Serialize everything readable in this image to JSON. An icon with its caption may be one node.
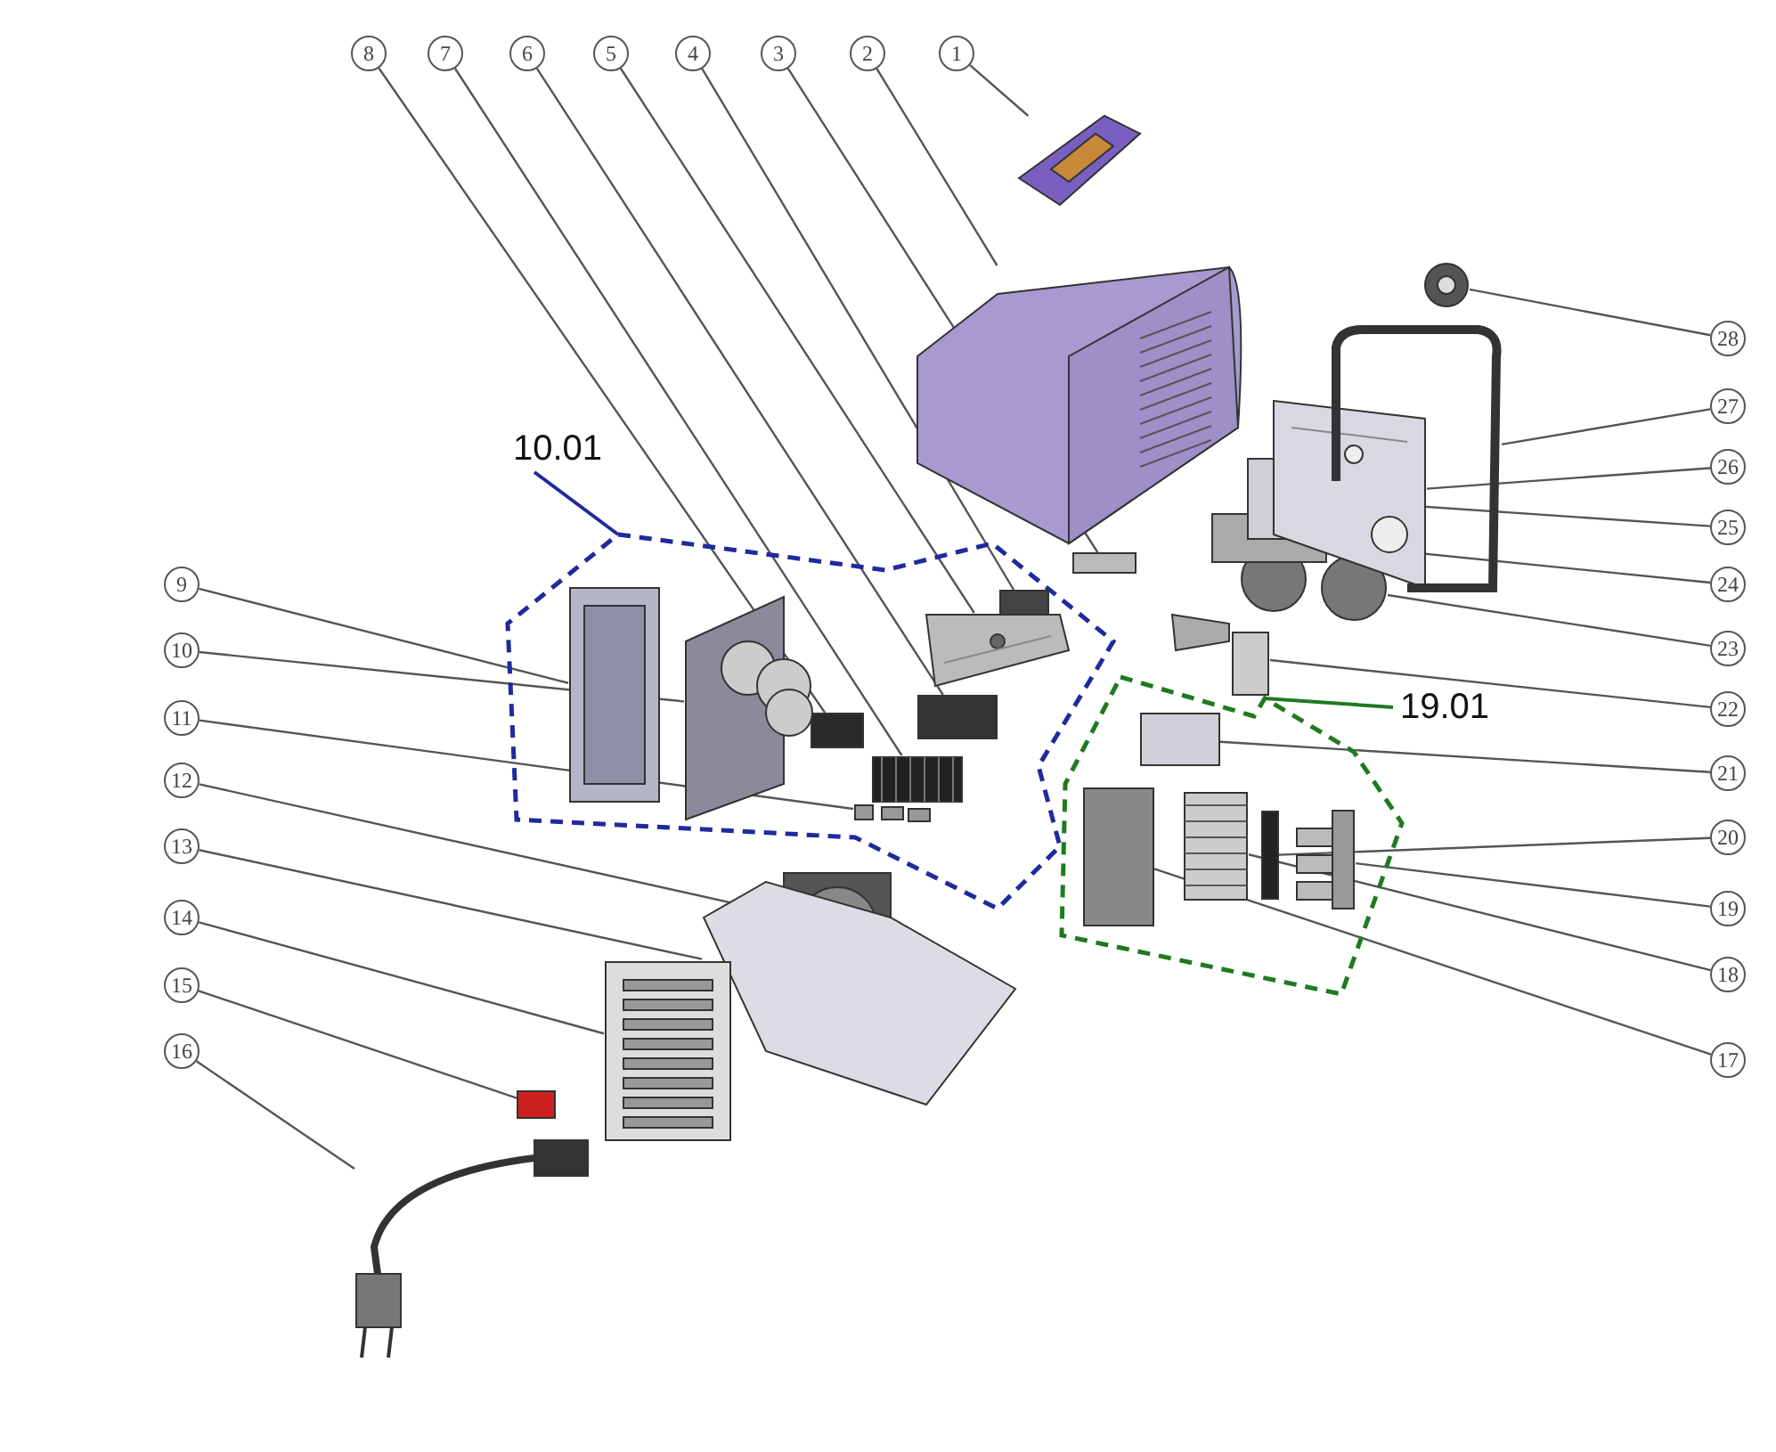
{
  "diagram": {
    "nodes": [
      {
        "text": [
          "1"
        ]
      },
      {
        "text": [
          "2"
        ]
      },
      {
        "text": [
          "3"
        ]
      },
      {
        "text": [
          "4"
        ]
      },
      {
        "text": [
          "5"
        ]
      },
      {
        "text": [
          "6"
        ]
      },
      {
        "text": [
          "7"
        ]
      },
      {
        "text": [
          "8"
        ]
      },
      {
        "text": [
          "9"
        ]
      },
      {
        "text": [
          "10"
        ]
      },
      {
        "text": [
          "11"
        ]
      },
      {
        "text": [
          "12"
        ]
      },
      {
        "text": [
          "13"
        ]
      },
      {
        "text": [
          "14"
        ]
      },
      {
        "text": [
          "15"
        ]
      },
      {
        "text": [
          "16"
        ]
      },
      {
        "text": [
          "17"
        ]
      },
      {
        "text": [
          "18"
        ]
      },
      {
        "text": [
          "19"
        ]
      },
      {
        "text": [
          "20"
        ]
      },
      {
        "text": [
          "21"
        ]
      },
      {
        "text": [
          "22"
        ]
      },
      {
        "text": [
          "23"
        ]
      },
      {
        "text": [
          "24"
        ]
      },
      {
        "text": [
          "25"
        ]
      },
      {
        "text": [
          "26"
        ]
      },
      {
        "text": [
          "27"
        ]
      },
      {
        "text": [
          "28"
        ]
      },
      {
        "text": [
          "10.01"
        ]
      },
      {
        "text": [],
        "shape": "octagon"
      },
      {
        "text": [
          "19.01"
        ]
      },
      {
        "text": [],
        "shape": "octagon"
      },
      {
        "text": [],
        "shape": "picture"
      },
      {
        "text": [],
        "shape": "picture"
      },
      {
        "text": [],
        "shape": "box"
      },
      {
        "text": [],
        "shape": "box",
        "in": 29
      },
      {
        "text": [],
        "shape": "picture",
        "in": 29
      },
      {
        "text": [],
        "shape": "box",
        "in": 29
      },
      {
        "text": [],
        "shape": "picture",
        "in": 29
      },
      {
        "text": [],
        "shape": "box",
        "in": 29
      },
      {
        "text": [],
        "shape": "picture",
        "in": 29
      },
      {
        "text": [],
        "shape": "picture",
        "in": 29
      },
      {
        "text": [],
        "shape": "picture",
        "in": 29
      },
      {
        "text": [],
        "shape": "picture"
      },
      {
        "text": [],
        "shape": "picture"
      },
      {
        "text": [],
        "shape": "picture"
      },
      {
        "text": [],
        "shape": "box"
      },
      {
        "text": [],
        "shape": "picture"
      },
      {
        "text": [],
        "shape": "box",
        "in": 31
      },
      {
        "text": [],
        "shape": "picture",
        "in": 31
      },
      {
        "text": [],
        "shape": "picture",
        "in": 31
      },
      {
        "text": [],
        "shape": "box",
        "in": 31
      },
      {
        "text": [],
        "shape": "box",
        "in": 31
      },
      {
        "text": [],
        "shape": "picture"
      },
      {
        "text": [],
        "shape": "picture"
      },
      {
        "text": [],
        "shape": "box"
      },
      {
        "text": [],
        "shape": "box"
      },
      {
        "text": [],
        "shape": "picture"
      },
      {
        "text": [],
        "shape": "picture"
      },
      {
        "text": [],
        "shape": "picture"
      }
    ],
    "edges": [
      {
        "from": 0,
        "to": 32,
        "arrow": "none"
      },
      {
        "from": 1,
        "to": 33,
        "arrow": "none"
      },
      {
        "from": 2,
        "to": 34,
        "arrow": "none"
      },
      {
        "from": 3,
        "to": 35,
        "arrow": "none"
      },
      {
        "from": 4,
        "to": 36,
        "arrow": "none"
      },
      {
        "from": 5,
        "to": 37,
        "arrow": "none"
      },
      {
        "from": 6,
        "to": 38,
        "arrow": "none"
      },
      {
        "from": 7,
        "to": 39,
        "arrow": "none"
      },
      {
        "from": 8,
        "to": 40,
        "arrow": "none"
      },
      {
        "from": 9,
        "to": 41,
        "arrow": "none"
      },
      {
        "from": 10,
        "to": 42,
        "arrow": "none"
      },
      {
        "from": 11,
        "to": 43,
        "arrow": "none"
      },
      {
        "from": 12,
        "to": 44,
        "arrow": "none"
      },
      {
        "from": 13,
        "to": 45,
        "arrow": "none"
      },
      {
        "from": 14,
        "to": 46,
        "arrow": "none"
      },
      {
        "from": 15,
        "to": 47,
        "arrow": "none"
      },
      {
        "from": 16,
        "to": 48,
        "arrow": "none"
      },
      {
        "from": 17,
        "to": 49,
        "arrow": "none"
      },
      {
        "from": 18,
        "to": 50,
        "arrow": "none"
      },
      {
        "from": 19,
        "to": 51,
        "arrow": "none"
      },
      {
        "from": 20,
        "to": 52,
        "arrow": "none"
      },
      {
        "from": 21,
        "to": 53,
        "arrow": "none"
      },
      {
        "from": 22,
        "to": 54,
        "arrow": "none"
      },
      {
        "from": 23,
        "to": 55,
        "arrow": "none"
      },
      {
        "from": 24,
        "to": 56,
        "arrow": "none"
      },
      {
        "from": 25,
        "to": 57,
        "arrow": "none"
      },
      {
        "from": 26,
        "to": 58,
        "arrow": "none"
      },
      {
        "from": 27,
        "to": 59,
        "arrow": "none"
      },
      {
        "from": 28,
        "to": 29,
        "arrow": "none",
        "color": "#1f2a9e"
      },
      {
        "from": 30,
        "to": 31,
        "arrow": "none",
        "color": "#1f7a1f"
      }
    ]
  }
}
